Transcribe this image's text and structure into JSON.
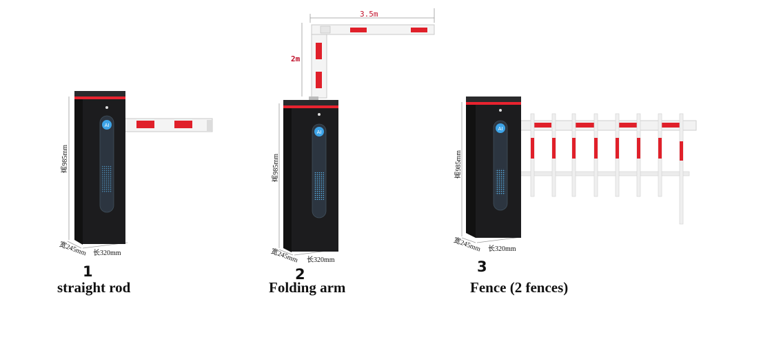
{
  "colors": {
    "cabinet": "#1c1c1e",
    "cabinet_top": "#2a2a2c",
    "red_light": "#e8232f",
    "stripe": "#e0202a",
    "arm": "#f4f4f4",
    "panel_blue": "#3da4e8",
    "dim_red": "#c0102a"
  },
  "barriers": [
    {
      "number": "1",
      "caption": "straight rod",
      "height_label": "高985mm",
      "width_label": "宽245mm",
      "length_label": "长320mm",
      "arm_type": "straight"
    },
    {
      "number": "2",
      "caption": "Folding arm",
      "height_label": "高985mm",
      "width_label": "宽245mm",
      "length_label": "长320mm",
      "arm_type": "folding",
      "arm_length": "3.5m",
      "arm_height": "2m"
    },
    {
      "number": "3",
      "caption": "Fence (2 fences)",
      "height_label": "高985mm",
      "width_label": "宽245mm",
      "length_label": "长320mm",
      "arm_type": "fence"
    }
  ]
}
